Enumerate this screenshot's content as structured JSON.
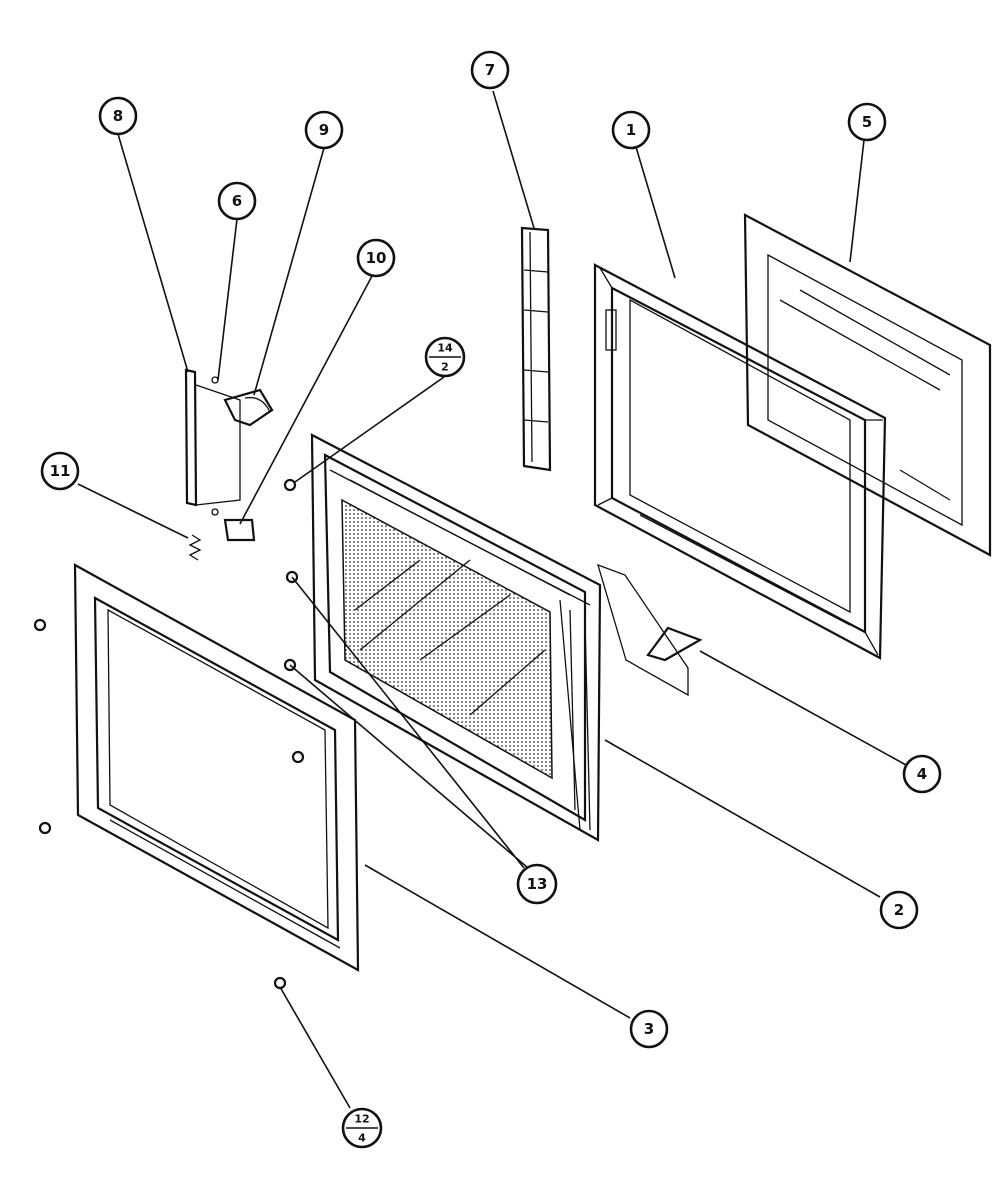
{
  "callouts": {
    "c1": "1",
    "c2": "2",
    "c3": "3",
    "c4": "4",
    "c5": "5",
    "c6": "6",
    "c7": "7",
    "c8": "8",
    "c9": "9",
    "c10": "10",
    "c11": "11",
    "c13": "13",
    "c14_top": "14",
    "c14_bottom": "2",
    "c12_top": "12",
    "c12_bottom": "4"
  }
}
